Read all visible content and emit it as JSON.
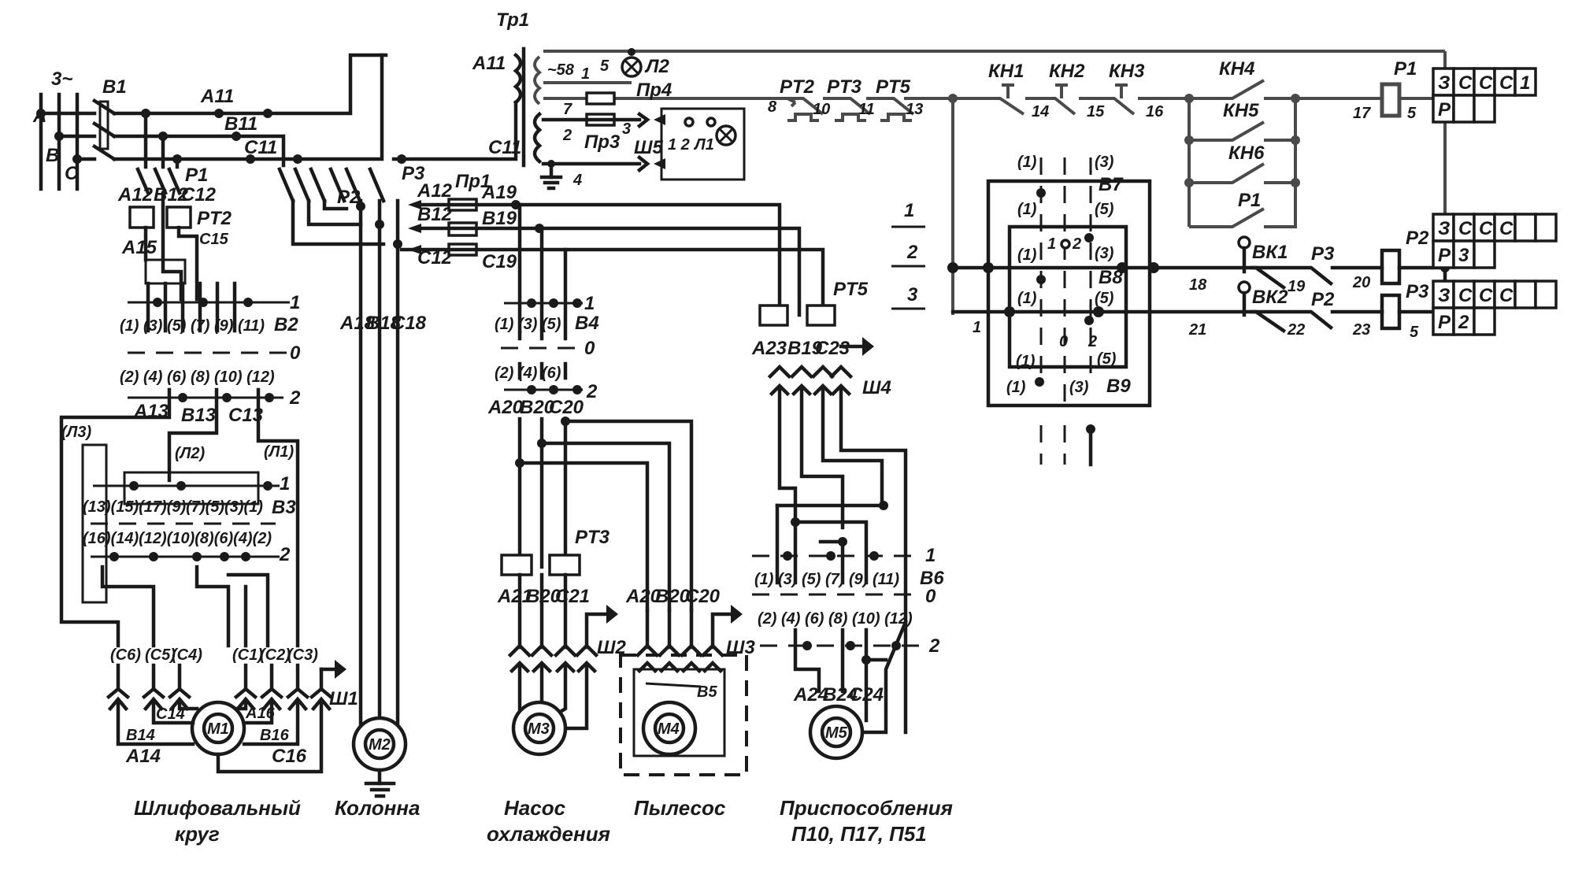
{
  "supply": {
    "label": "3~",
    "phases": [
      "A",
      "B",
      "C"
    ]
  },
  "switch_main": "B1",
  "bus_labels": {
    "a": "A11",
    "b": "B11",
    "c": "C11",
    "c_right": "C11"
  },
  "contactor_labels": {
    "p1": "P1",
    "p2": "P2",
    "p3": "P3"
  },
  "transformer": {
    "label": "Тр1",
    "primary": "A11",
    "secondary_labels": [
      "~58",
      "1",
      "5",
      "7",
      "2",
      "3",
      "4"
    ],
    "lamp_signal": "Л2",
    "lamp_local": "Л1",
    "fuse_pr4": "Пр4",
    "fuse_pr3": "Пр3",
    "socket_sh5": "Ш5",
    "socket_pins": "1 2"
  },
  "grinding_branch": {
    "labels": [
      "A12",
      "B12",
      "C12",
      "A15",
      "C15"
    ],
    "thermal_relay": "PT2",
    "switch_b2": {
      "name": "B2",
      "row1": "(1) (3) (5) (7) (9) (11)",
      "row2": "(2) (4) (6) (8) (10) (12)",
      "pos": [
        "1",
        "0",
        "2"
      ]
    },
    "mid_labels": [
      "A13",
      "B13",
      "C13"
    ],
    "switch_b3": {
      "name": "B3",
      "tags": [
        "(Л3)",
        "(Л2)",
        "(Л1)"
      ],
      "row1": "(13)(15)(17)(9)(7)(5)(3)(1)",
      "row2": "(16)(14)(12)(10)(8)(6)(4)(2)",
      "pos": [
        "1",
        "2"
      ]
    },
    "terminals": [
      "(C6)",
      "(C5)",
      "(C4)",
      "(C1)",
      "(C2)",
      "(C3)"
    ],
    "motor": "M1",
    "motor_leads": [
      "A14",
      "B14",
      "C14",
      "A16",
      "B16",
      "C16"
    ],
    "plug": "Ш1",
    "caption_line1": "Шлифовальный",
    "caption_line2": "круг"
  },
  "column_branch": {
    "labels": [
      "A18",
      "B18",
      "C18"
    ],
    "motor": "M2",
    "caption": "Колонна"
  },
  "feeder": {
    "fuse": "Пр1",
    "in_labels": [
      "A12",
      "B12",
      "C12"
    ],
    "out_labels": [
      "A19",
      "B19",
      "C19"
    ]
  },
  "pump_branch": {
    "switch_b4": {
      "name": "B4",
      "row1": "(1) (3) (5)",
      "row2": "(2) (4) (6)",
      "pos": [
        "1",
        "0",
        "2"
      ]
    },
    "labels_mid": [
      "A20",
      "B20",
      "C20"
    ],
    "thermal_relay": "PT3",
    "labels_low": [
      "A21",
      "B20",
      "C21"
    ],
    "plug": "Ш2",
    "motor": "M3",
    "caption_line1": "Насос",
    "caption_line2": "охлаждения"
  },
  "vacuum_branch": {
    "labels": [
      "A20",
      "B20",
      "C20"
    ],
    "plug": "Ш3",
    "switch": "B5",
    "motor": "M4",
    "caption": "Пылесос"
  },
  "fixture_branch": {
    "thermal_relay": "PT5",
    "labels_top": [
      "A23",
      "B19",
      "C23"
    ],
    "plug": "Ш4",
    "switch_b6": {
      "name": "B6",
      "row1": "(1) (3) (5) (7) (9) (11)",
      "row2": "(2) (4) (6) (8) (10) (12)",
      "pos": [
        "1",
        "0",
        "2"
      ]
    },
    "labels_low": [
      "A24",
      "B24",
      "C24"
    ],
    "motor": "M5",
    "caption_line1": "Приспособления",
    "caption_line2": "П10, П17, П51"
  },
  "control": {
    "thermal_contacts": [
      "PT2",
      "PT3",
      "PT5"
    ],
    "node_numbers": [
      "8",
      "10",
      "11",
      "13",
      "14",
      "15",
      "16",
      "17",
      "5",
      "18",
      "19",
      "20",
      "21",
      "22",
      "23",
      "5"
    ],
    "stop_buttons": [
      "КН1",
      "КН2",
      "КН3"
    ],
    "start_buttons": [
      "КН4",
      "КН5",
      "КН6"
    ],
    "hold_contact": "P1",
    "coil_p1": "P1",
    "coil_p2": "P2",
    "coil_p3": "P3",
    "limit_switches": [
      "ВК1",
      "ВК2"
    ],
    "interlock_p3": "P3",
    "interlock_p2": "P2",
    "row_numbers": [
      "1",
      "2",
      "3"
    ],
    "selector": {
      "b7": "B7",
      "b8": "B8",
      "b9": "B9",
      "contacts": [
        "(1)",
        "(1)",
        "(1)",
        "(1)",
        "(3)",
        "(5)",
        "(3)",
        "(5)",
        "(1)",
        "(1)",
        "(5)",
        "(3)"
      ],
      "pos": [
        "1",
        "2",
        "0",
        "2",
        "1"
      ]
    }
  },
  "contact_tables": [
    {
      "row1": [
        "З",
        "С",
        "С",
        "С",
        "1"
      ],
      "row2": [
        "P",
        "",
        ""
      ]
    },
    {
      "row1": [
        "З",
        "С",
        "С",
        "С",
        "",
        ""
      ],
      "row2": [
        "P",
        "3",
        ""
      ]
    },
    {
      "row1": [
        "З",
        "С",
        "С",
        "С",
        "",
        ""
      ],
      "row2": [
        "P",
        "2",
        ""
      ]
    }
  ]
}
